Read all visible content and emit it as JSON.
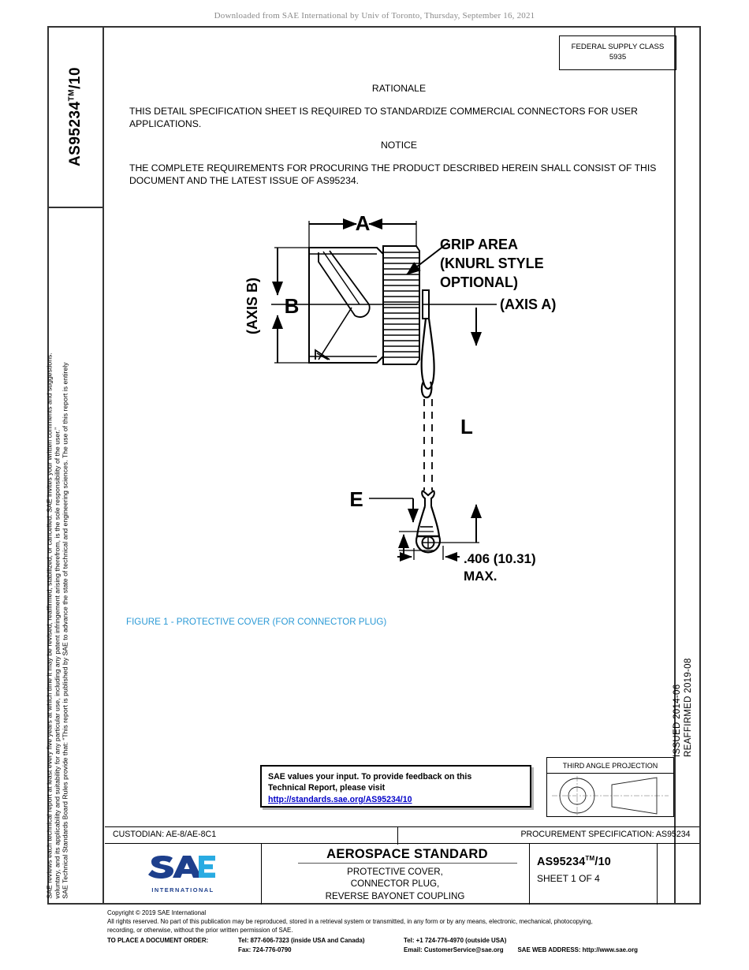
{
  "download_note": "Downloaded from SAE International by Univ of Toronto, Thursday, September 16, 2021",
  "sidebar_left": {
    "doc_id": "AS95234",
    "doc_id_sup": "TM",
    "doc_id_suffix": "/10",
    "legal_lines": [
      "SAE Technical Standards Board Rules provide that: “This report is published by SAE to advance the state of technical and engineering sciences.  The use of this report is entirely",
      "voluntary, and its applicability and suitability for any particular use, including any patent infringement arising therefrom, is the sole responsibility of the user.”",
      "SAE reviews each technical report at least every five years at which time it may be revised, reaffirmed, stabilized, or cancelled. SAE invites your written comments and suggestions."
    ]
  },
  "sidebar_right": {
    "reaffirmed": "REAFFIRMED 2019-08",
    "issued": "ISSUED 2014-06"
  },
  "federal_supply_class": {
    "title": "FEDERAL SUPPLY CLASS",
    "value": "5935"
  },
  "body": {
    "rationale_heading": "RATIONALE",
    "rationale_text": "THIS DETAIL SPECIFICATION SHEET IS REQUIRED TO STANDARDIZE COMMERCIAL CONNECTORS FOR USER APPLICATIONS.",
    "notice_heading": "NOTICE",
    "notice_text": "THE COMPLETE REQUIREMENTS FOR PROCURING THE PRODUCT DESCRIBED HEREIN SHALL CONSIST OF THIS DOCUMENT AND THE LATEST ISSUE OF AS95234."
  },
  "figure": {
    "caption": "FIGURE 1 - PROTECTIVE COVER (FOR CONNECTOR PLUG)",
    "caption_color": "#2c9ad6",
    "labels": {
      "dim_a": "A",
      "dim_b": "B",
      "axis_b": "(AXIS B)",
      "axis_a": "(AXIS A)",
      "grip_line1": "GRIP AREA",
      "grip_line2": "(KNURL STYLE",
      "grip_line3": "OPTIONAL)",
      "dim_l": "L",
      "dim_e": "E",
      "max_dim_line1": ".406 (10.31)",
      "max_dim_line2": "MAX."
    }
  },
  "feedback": {
    "line1": "SAE values your input. To provide feedback on this",
    "line2": "Technical Report, please visit",
    "link": "http://standards.sae.org/AS95234/10"
  },
  "third_angle": {
    "title": "THIRD ANGLE PROJECTION"
  },
  "title_block": {
    "custodian": "CUSTODIAN: AE-8/AE-8C1",
    "procurement": "PROCUREMENT SPECIFICATION: AS95234",
    "standard_title": "AEROSPACE STANDARD",
    "subtitle_line1": "PROTECTIVE COVER,",
    "subtitle_line2": "CONNECTOR PLUG,",
    "subtitle_line3": "REVERSE BAYONET COUPLING",
    "doc_number": "AS95234",
    "doc_number_sup": "TM",
    "doc_number_suffix": "/10",
    "sheet": "SHEET 1 OF 4",
    "logo": {
      "letters": "SAE",
      "subtitle": "INTERNATIONAL",
      "color_dark": "#1d3f8c",
      "color_light": "#29abe2"
    }
  },
  "footer": {
    "copyright": "Copyright © 2019 SAE International",
    "rights1": "All rights reserved. No part of this publication may be reproduced, stored in a retrieval system or transmitted, in any form or by any means, electronic, mechanical, photocopying,",
    "rights2": "recording, or otherwise, without the prior written permission of SAE.",
    "order_label": "TO PLACE A DOCUMENT ORDER:",
    "tel_inside": "Tel: 877-606-7323 (inside USA and Canada)",
    "tel_outside": "Tel: +1 724-776-4970 (outside USA)",
    "fax": "Fax: 724-776-0790",
    "email": "Email: CustomerService@sae.org",
    "web": "SAE WEB ADDRESS: http://www.sae.org"
  }
}
